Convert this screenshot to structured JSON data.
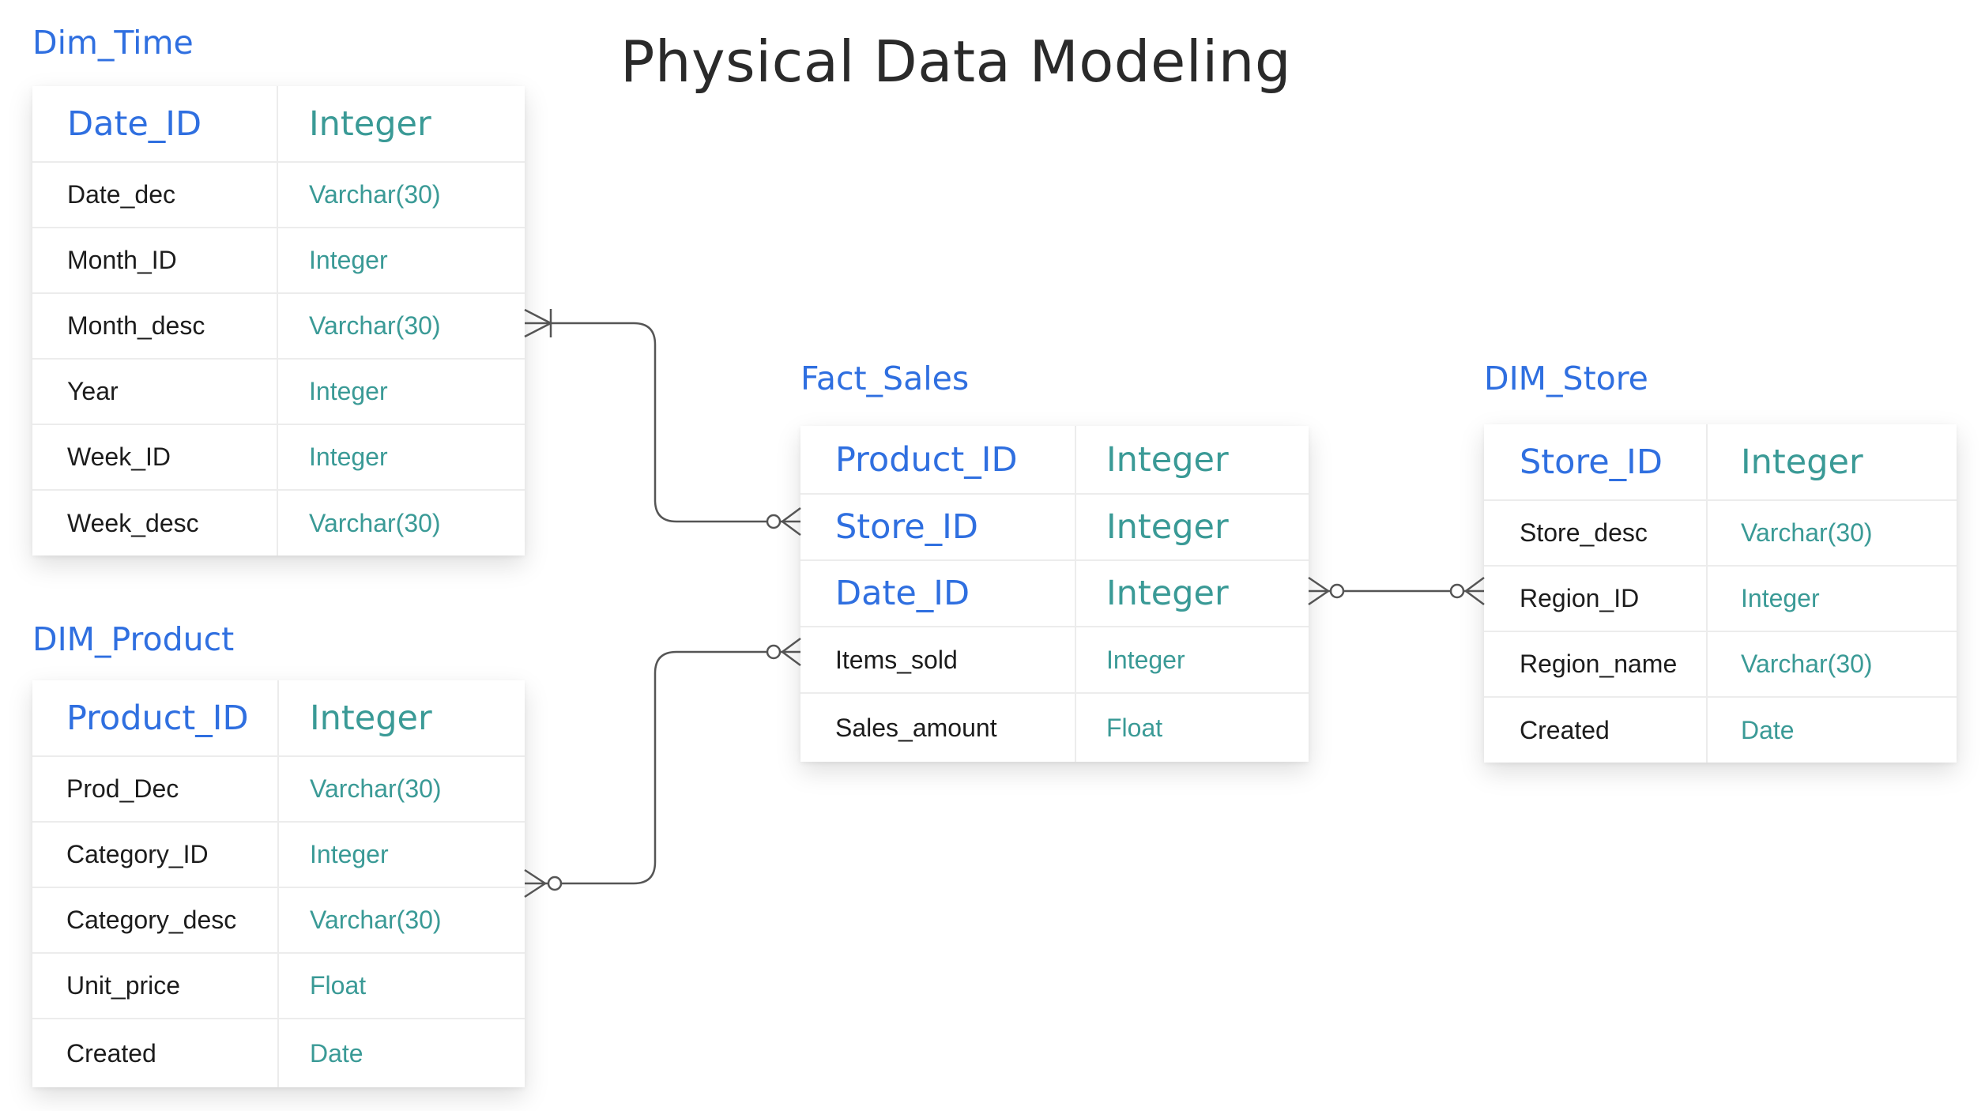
{
  "title": "Physical Data Modeling",
  "colors": {
    "entity_name": "#2f6fe0",
    "type": "#3a9a96",
    "attribute": "#1c1c1c",
    "connector": "#555555"
  },
  "dim_time": {
    "name": "Dim_Time",
    "rows": [
      {
        "name": "Date_ID",
        "type": "Integer"
      },
      {
        "name": "Date_dec",
        "type": "Varchar(30)"
      },
      {
        "name": "Month_ID",
        "type": "Integer"
      },
      {
        "name": "Month_desc",
        "type": "Varchar(30)"
      },
      {
        "name": "Year",
        "type": "Integer"
      },
      {
        "name": "Week_ID",
        "type": "Integer"
      },
      {
        "name": "Week_desc",
        "type": "Varchar(30)"
      }
    ]
  },
  "dim_product": {
    "name": "DIM_Product",
    "rows": [
      {
        "name": "Product_ID",
        "type": "Integer"
      },
      {
        "name": "Prod_Dec",
        "type": "Varchar(30)"
      },
      {
        "name": "Category_ID",
        "type": "Integer"
      },
      {
        "name": "Category_desc",
        "type": "Varchar(30)"
      },
      {
        "name": "Unit_price",
        "type": "Float"
      },
      {
        "name": "Created",
        "type": "Date"
      }
    ]
  },
  "fact_sales": {
    "name": "Fact_Sales",
    "rows": [
      {
        "name": "Product_ID",
        "type": "Integer"
      },
      {
        "name": "Store_ID",
        "type": "Integer"
      },
      {
        "name": "Date_ID",
        "type": "Integer"
      },
      {
        "name": "Items_sold",
        "type": "Integer"
      },
      {
        "name": "Sales_amount",
        "type": "Float"
      }
    ]
  },
  "dim_store": {
    "name": "DIM_Store",
    "rows": [
      {
        "name": "Store_ID",
        "type": "Integer"
      },
      {
        "name": "Store_desc",
        "type": "Varchar(30)"
      },
      {
        "name": "Region_ID",
        "type": "Integer"
      },
      {
        "name": "Region_name",
        "type": "Varchar(30)"
      },
      {
        "name": "Created",
        "type": "Date"
      }
    ]
  }
}
